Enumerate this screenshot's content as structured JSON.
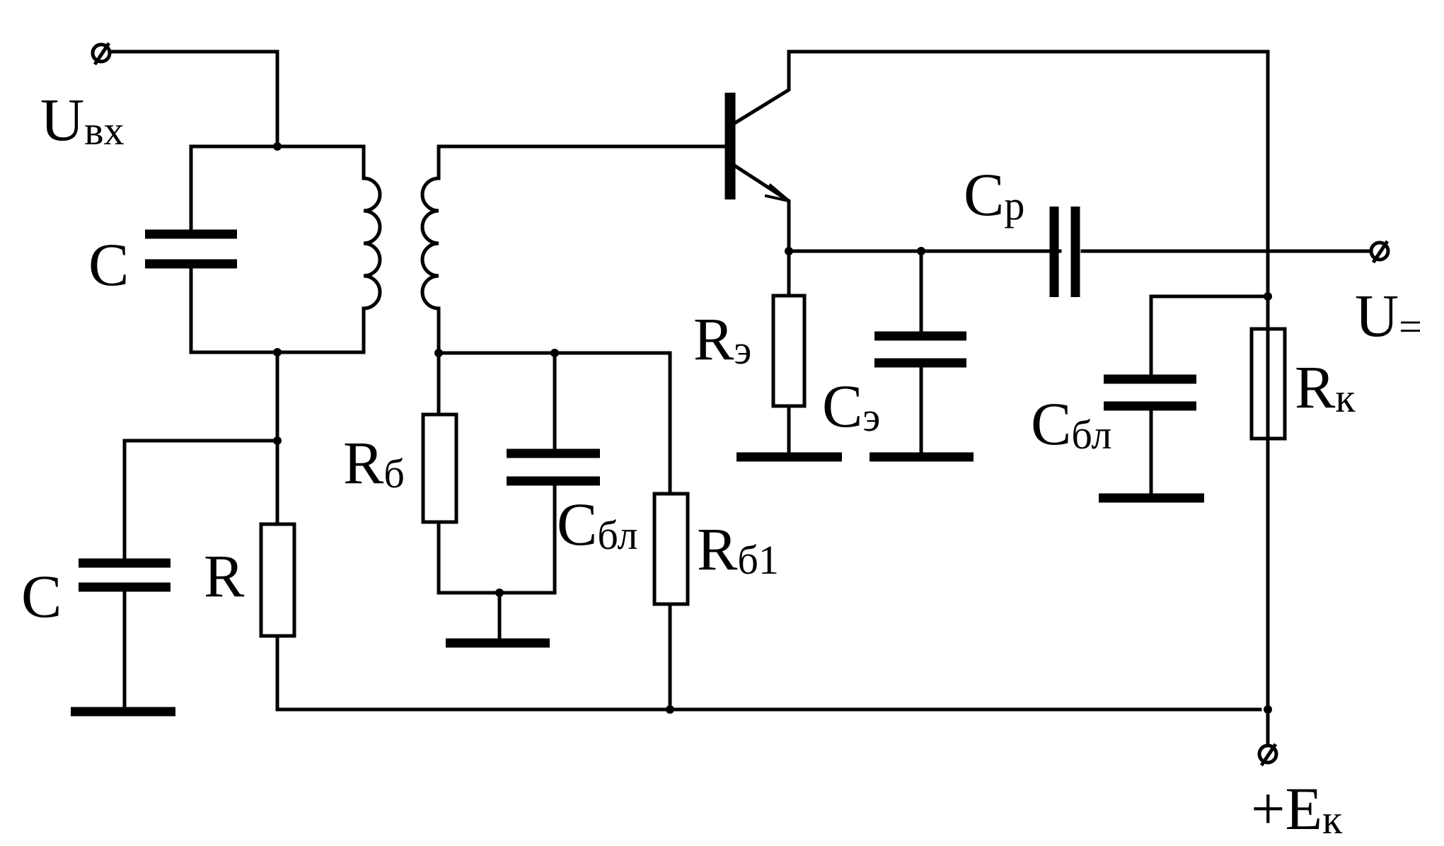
{
  "colors": {
    "ink": "#000000",
    "background": "#ffffff"
  },
  "labels": {
    "u_in": {
      "main": "U",
      "sub": "вх"
    },
    "c_tank": {
      "main": "C",
      "sub": ""
    },
    "c_low": {
      "main": "C",
      "sub": ""
    },
    "r_low": {
      "main": "R",
      "sub": ""
    },
    "r_base": {
      "main": "R",
      "sub": "б"
    },
    "c_block_1": {
      "main": "C",
      "sub": "бл"
    },
    "r_base_1": {
      "main": "R",
      "sub": "б1"
    },
    "r_emitter": {
      "main": "R",
      "sub": "э"
    },
    "c_emitter": {
      "main": "C",
      "sub": "э"
    },
    "c_coupling": {
      "main": "C",
      "sub": "р"
    },
    "u_out": {
      "main": "U",
      "sub": "="
    },
    "c_block_2": {
      "main": "C",
      "sub": "бл"
    },
    "r_collector": {
      "main": "R",
      "sub": "к"
    },
    "e_supply": {
      "main": "+E",
      "sub": "к"
    }
  }
}
